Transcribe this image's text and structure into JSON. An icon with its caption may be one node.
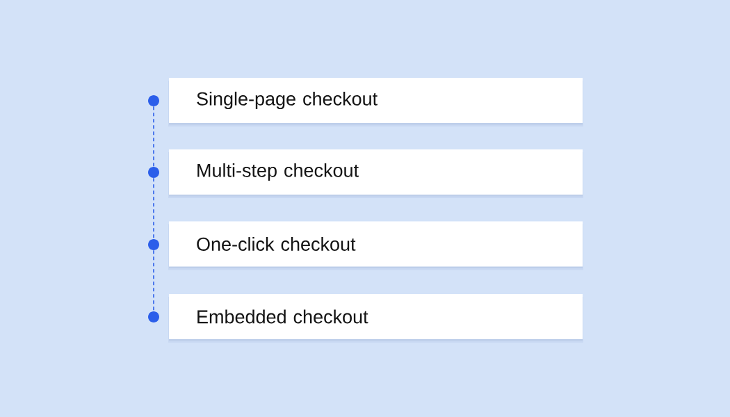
{
  "diagram": {
    "nodes": [
      {
        "text": [
          "Single-page checkout"
        ]
      },
      {
        "text": [
          "Multi-step checkout"
        ]
      },
      {
        "text": [
          "One-click checkout"
        ]
      },
      {
        "text": [
          "Embedded checkout"
        ]
      },
      {
        "text": [],
        "shape": "circle"
      },
      {
        "text": [],
        "shape": "circle"
      },
      {
        "text": [],
        "shape": "circle"
      },
      {
        "text": [],
        "shape": "circle"
      }
    ],
    "edges": [
      {
        "from": 4,
        "to": 5,
        "arrow": "none",
        "style": "dashed"
      },
      {
        "from": 5,
        "to": 6,
        "arrow": "none",
        "style": "dashed"
      },
      {
        "from": 6,
        "to": 7,
        "arrow": "none",
        "style": "dashed"
      }
    ]
  }
}
